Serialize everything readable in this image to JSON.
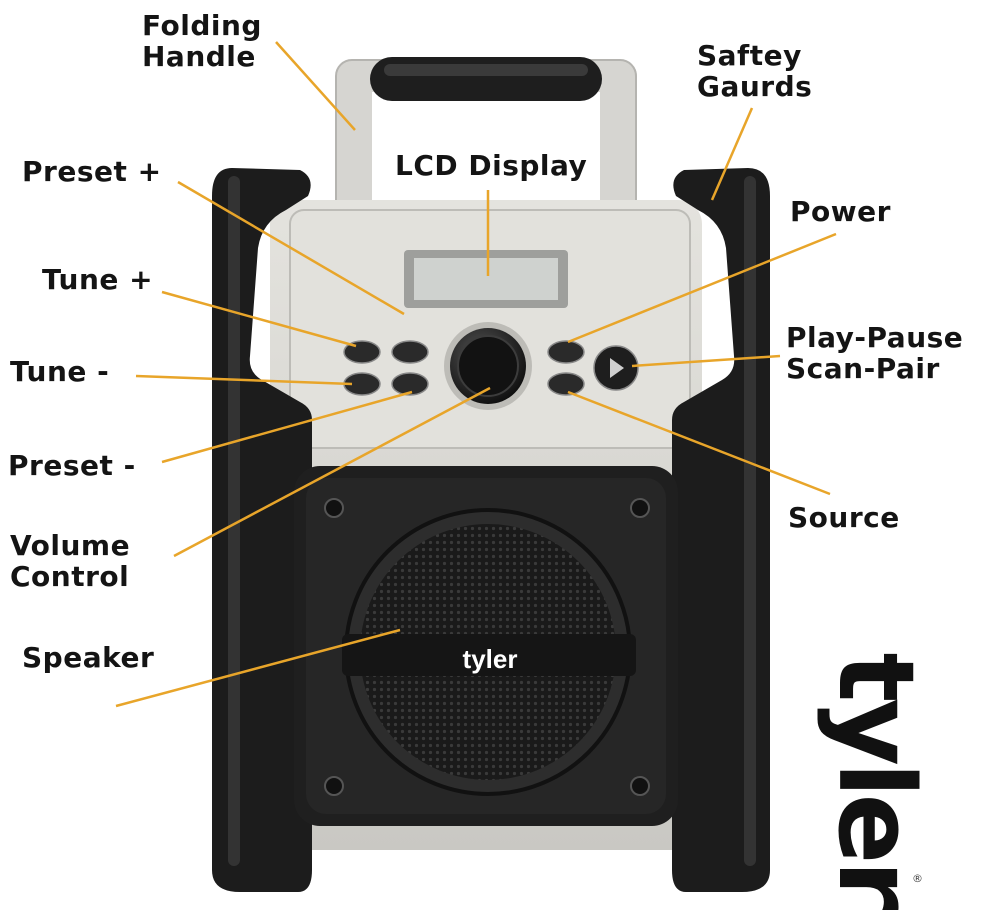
{
  "labels": {
    "folding_handle": [
      "Folding",
      "Handle"
    ],
    "safety_guards": [
      "Saftey",
      "Gaurds"
    ],
    "lcd_display": "LCD Display",
    "preset_plus": "Preset +",
    "tune_plus": "Tune +",
    "tune_minus": "Tune -",
    "preset_minus": "Preset -",
    "volume_control": [
      "Volume",
      "Control"
    ],
    "speaker": "Speaker",
    "power": "Power",
    "play_pause": [
      "Play-Pause",
      "Scan-Pair"
    ],
    "source": "Source"
  },
  "brand": {
    "grille_logo": "tyler",
    "side_logo": "tyler",
    "trademark": "®"
  },
  "colors": {
    "leader_line": "#e8a52a",
    "label_text": "#141414",
    "body_gray": "#d9d8d3",
    "guard_black": "#1c1c1c",
    "lcd_screen": "#cfd2cf"
  }
}
